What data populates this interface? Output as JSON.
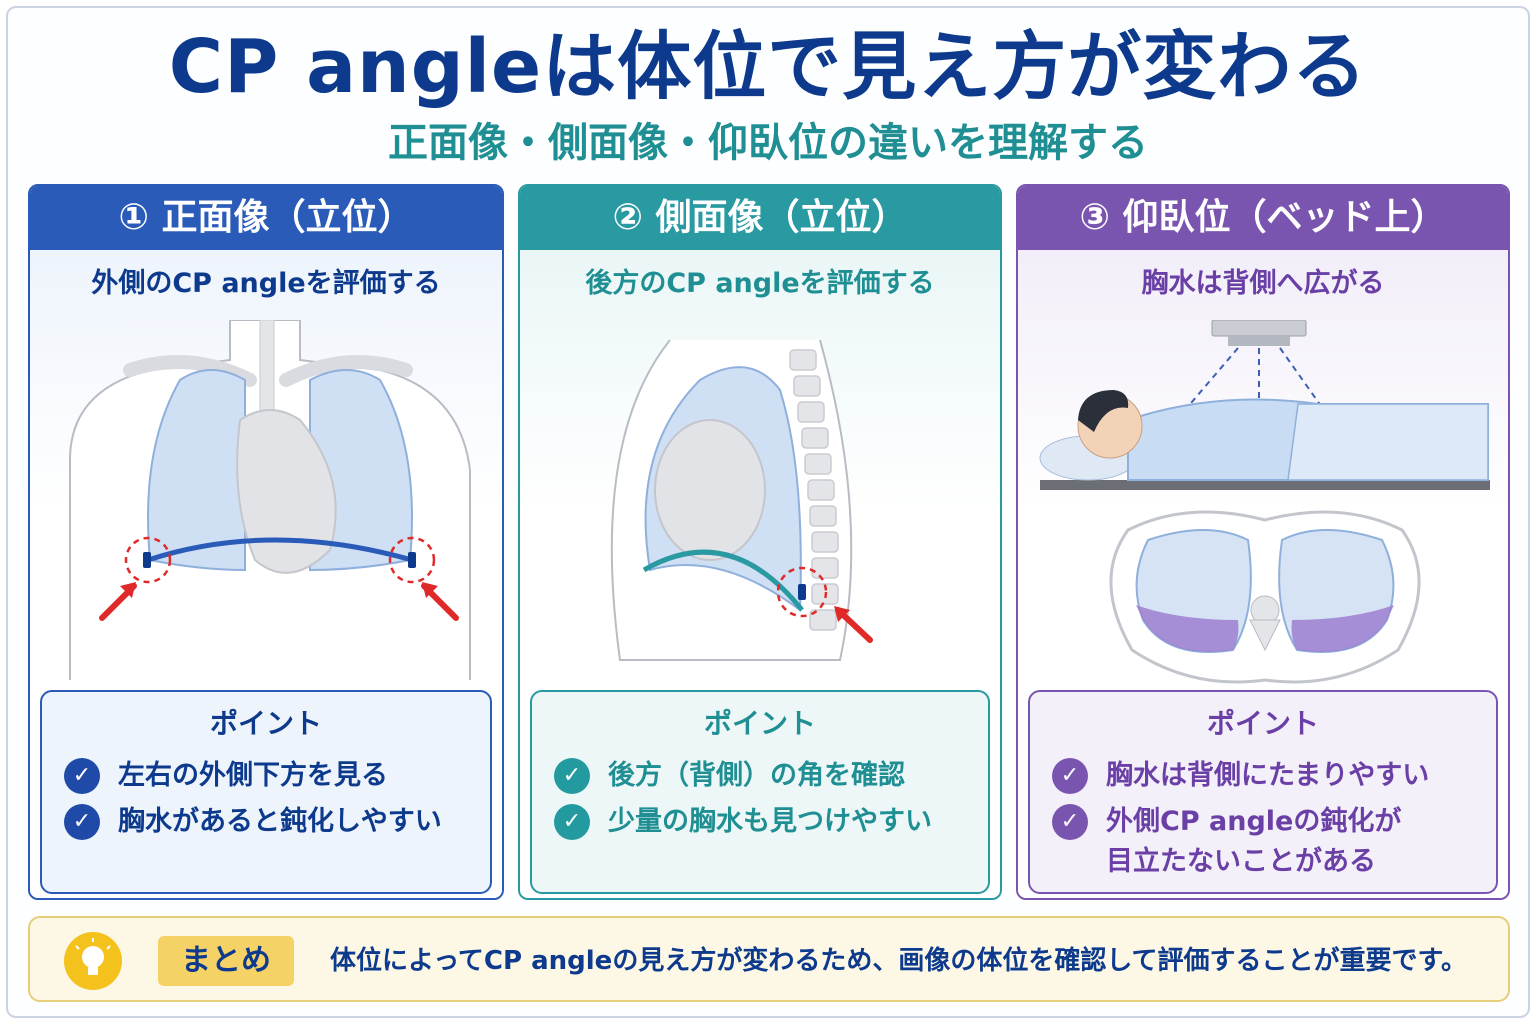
{
  "title": "CP angleは体位で見え方が変わる",
  "subtitle": "正面像・側面像・仰臥位の違いを理解する",
  "colors": {
    "navy": "#0d3a8c",
    "blue": "#2a5bb8",
    "teal": "#2a9aa2",
    "purple": "#7a55b0",
    "red_arrow": "#e02a2a",
    "summary_bg": "#fdf8e6"
  },
  "panels": [
    {
      "header": "① 正面像（立位）",
      "subheader": "外側のCP angleを評価する",
      "point_title": "ポイント",
      "points": [
        "左右の外側下方を見る",
        "胸水があると鈍化しやすい"
      ]
    },
    {
      "header": "② 側面像（立位）",
      "subheader": "後方のCP angleを評価する",
      "point_title": "ポイント",
      "points": [
        "後方（背側）の角を確認",
        "少量の胸水も見つけやすい"
      ]
    },
    {
      "header": "③ 仰臥位（ベッド上）",
      "subheader": "胸水は背側へ広がる",
      "point_title": "ポイント",
      "points": [
        "胸水は背側にたまりやすい",
        "外側CP angleの鈍化が",
        "目立たないことがある"
      ]
    }
  ],
  "summary": {
    "icon": "lightbulb-icon",
    "label": "まとめ",
    "text": "体位によってCP angleの見え方が変わるため、画像の体位を確認して評価することが重要です。"
  }
}
